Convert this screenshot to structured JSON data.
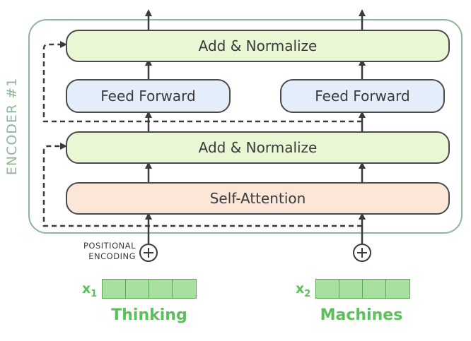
{
  "encoder": {
    "label": "ENCODER #1",
    "border_color": "#8fb497"
  },
  "layers": {
    "add_normalize_top": "Add & Normalize",
    "feed_forward_left": "Feed Forward",
    "feed_forward_right": "Feed Forward",
    "add_normalize_bottom": "Add & Normalize",
    "self_attention": "Self-Attention"
  },
  "positional_encoding": {
    "line1": "POSITIONAL",
    "line2": "ENCODING",
    "icon": "plus-circle-icon"
  },
  "inputs": [
    {
      "symbol": "x",
      "subscript": "1",
      "word": "Thinking",
      "cells": 4
    },
    {
      "symbol": "x",
      "subscript": "2",
      "word": "Machines",
      "cells": 4
    }
  ],
  "colors": {
    "add_normalize_fill": "#e9f7d4",
    "feed_forward_fill": "#e4eefb",
    "self_attention_fill": "#fbe6d8",
    "input_green": "#5bc05b",
    "vector_fill": "#a8e0a0"
  }
}
